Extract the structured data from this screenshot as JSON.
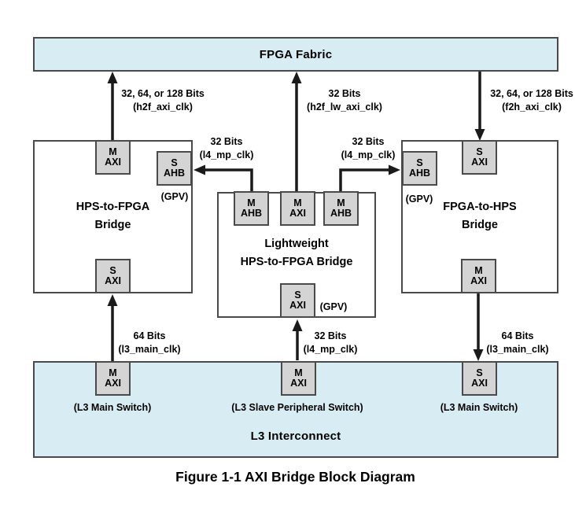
{
  "colors": {
    "band_fill": "#d8ecf4",
    "port_fill": "#d4d4d4",
    "box_border": "#4a4a4a",
    "arrow": "#1a1a1a",
    "text": "#000000"
  },
  "fpga_fabric": {
    "label": "FPGA Fabric"
  },
  "l3": {
    "label": "L3 Interconnect",
    "ports": {
      "m_axi_left": {
        "l1": "M",
        "l2": "AXI",
        "switch": "(L3 Main Switch)"
      },
      "m_axi_center": {
        "l1": "M",
        "l2": "AXI",
        "switch": "(L3 Slave Peripheral Switch)"
      },
      "s_axi_right": {
        "l1": "S",
        "l2": "AXI",
        "switch": "(L3 Main Switch)"
      }
    }
  },
  "bridges": {
    "hps_to_fpga": {
      "title1": "HPS-to-FPGA",
      "title2": "Bridge",
      "gpv": "(GPV)",
      "ports": {
        "m_axi": {
          "l1": "M",
          "l2": "AXI"
        },
        "s_ahb": {
          "l1": "S",
          "l2": "AHB"
        },
        "s_axi": {
          "l1": "S",
          "l2": "AXI"
        }
      }
    },
    "lightweight": {
      "title1": "Lightweight",
      "title2": "HPS-to-FPGA Bridge",
      "gpv": "(GPV)",
      "ports": {
        "m_ahb_left": {
          "l1": "M",
          "l2": "AHB"
        },
        "m_axi": {
          "l1": "M",
          "l2": "AXI"
        },
        "m_ahb_right": {
          "l1": "M",
          "l2": "AHB"
        },
        "s_axi": {
          "l1": "S",
          "l2": "AXI"
        }
      }
    },
    "fpga_to_hps": {
      "title1": "FPGA-to-HPS",
      "title2": "Bridge",
      "gpv": "(GPV)",
      "ports": {
        "s_axi": {
          "l1": "S",
          "l2": "AXI"
        },
        "s_ahb": {
          "l1": "S",
          "l2": "AHB"
        },
        "m_axi": {
          "l1": "M",
          "l2": "AXI"
        }
      }
    }
  },
  "connections": {
    "h2f": {
      "line1": "32, 64, or 128 Bits",
      "line2": "(h2f_axi_clk)"
    },
    "h2f_lw": {
      "line1": "32 Bits",
      "line2": "(h2f_lw_axi_clk)"
    },
    "f2h": {
      "line1": "32, 64, or 128 Bits",
      "line2": "(f2h_axi_clk)"
    },
    "l4_mp_left": {
      "line1": "32 Bits",
      "line2": "(l4_mp_clk)"
    },
    "l4_mp_right": {
      "line1": "32 Bits",
      "line2": "(l4_mp_clk)"
    },
    "l3_main_left": {
      "line1": "64 Bits",
      "line2": "(l3_main_clk)"
    },
    "l4_mp_bottom": {
      "line1": "32 Bits",
      "line2": "(l4_mp_clk)"
    },
    "l3_main_right": {
      "line1": "64 Bits",
      "line2": "(l3_main_clk)"
    }
  },
  "caption": "Figure 1-1 AXI Bridge Block Diagram"
}
